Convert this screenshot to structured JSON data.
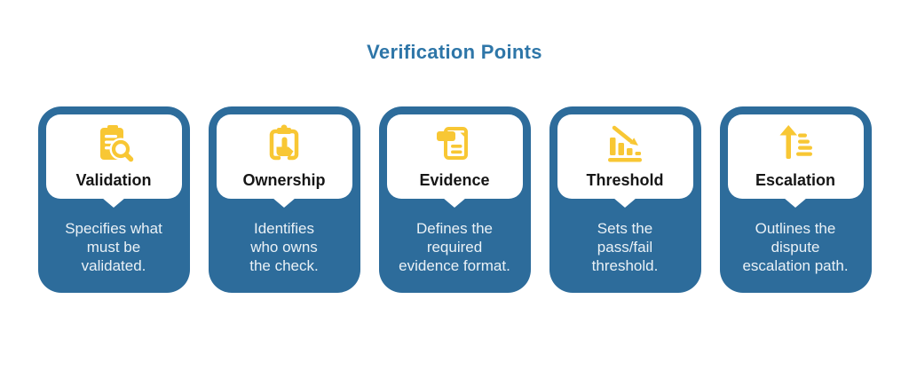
{
  "page": {
    "title": "Verification Points"
  },
  "colors": {
    "card_blue": "#2d6c9b",
    "heading_blue": "#2e76a8",
    "icon_yellow": "#f8c734",
    "title_black": "#161616",
    "desc_white": "#eaf1f6"
  },
  "cards": [
    {
      "title": "Validation",
      "description": "Specifies what\nmust be\nvalidated.",
      "icon": "clipboard-magnifier-icon"
    },
    {
      "title": "Ownership",
      "description": "Identifies\nwho owns\nthe check.",
      "icon": "clipboard-person-icon"
    },
    {
      "title": "Evidence",
      "description": "Defines the\nrequired\nevidence format.",
      "icon": "document-tab-icon"
    },
    {
      "title": "Threshold",
      "description": "Sets the\npass/fail\nthreshold.",
      "icon": "declining-bar-chart-icon"
    },
    {
      "title": "Escalation",
      "description": "Outlines the\ndispute\nescalation path.",
      "icon": "ascending-list-arrow-icon"
    }
  ]
}
